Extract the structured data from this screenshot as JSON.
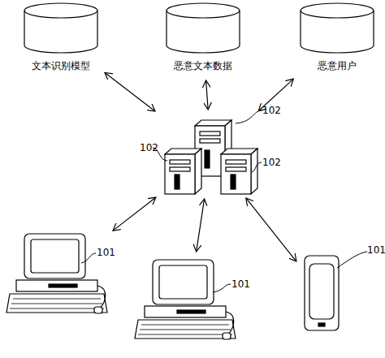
{
  "diagram": {
    "nodes": [
      {
        "text": [
          "文本识别模型"
        ]
      },
      {
        "text": [
          "恶意文本数据"
        ]
      },
      {
        "text": [
          "恶意用户"
        ]
      },
      {
        "text": [
          "102",
          "102",
          "102"
        ]
      },
      {
        "text": [
          "101"
        ]
      },
      {
        "text": [
          "101"
        ]
      },
      {
        "text": [
          "101"
        ]
      }
    ],
    "edges": [
      {
        "from": 0,
        "to": 3,
        "arrow": "both"
      },
      {
        "from": 1,
        "to": 3,
        "arrow": "both"
      },
      {
        "from": 2,
        "to": 3,
        "arrow": "both"
      },
      {
        "from": 3,
        "to": 4,
        "arrow": "both"
      },
      {
        "from": 3,
        "to": 5,
        "arrow": "both"
      },
      {
        "from": 3,
        "to": 6,
        "arrow": "both"
      }
    ]
  }
}
